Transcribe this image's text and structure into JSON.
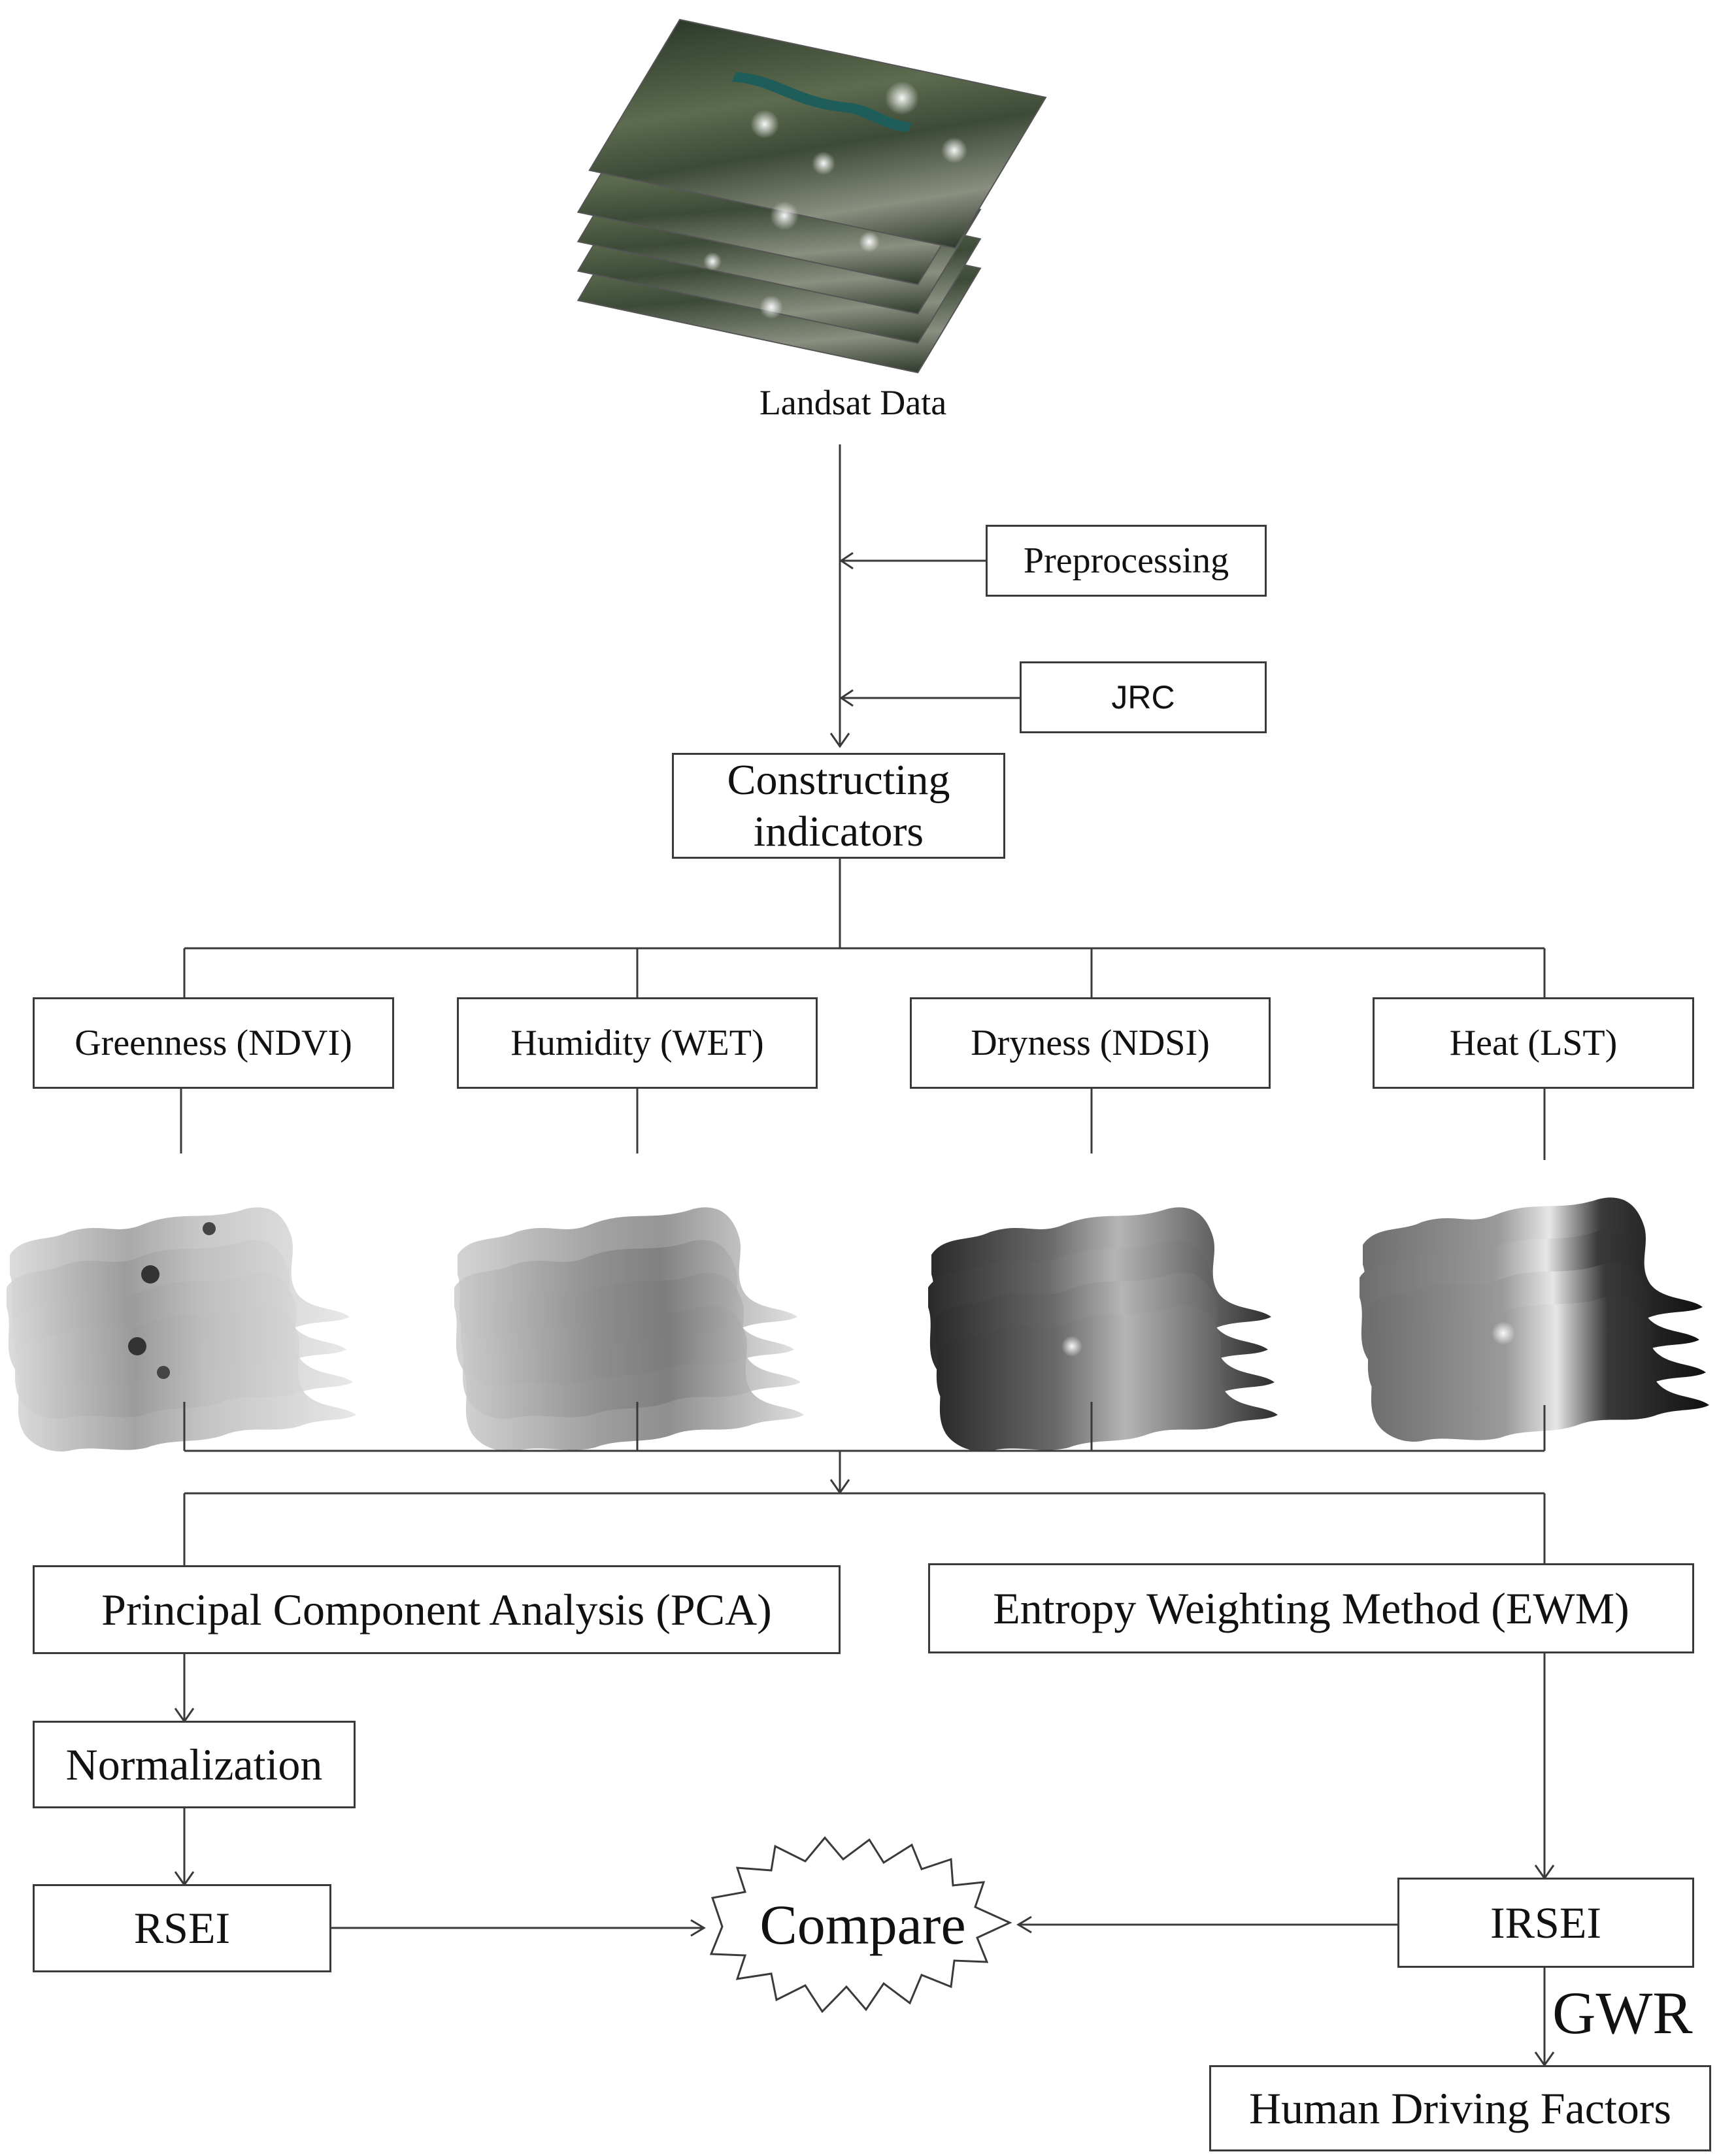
{
  "source": {
    "label": "Landsat Data"
  },
  "inputs": {
    "preprocessing": "Preprocessing",
    "jrc": "JRC"
  },
  "constructing": {
    "line1": "Constructing",
    "line2": "indicators"
  },
  "indicators": [
    {
      "label": "Greenness (NDVI)"
    },
    {
      "label": "Humidity (WET)"
    },
    {
      "label": "Dryness (NDSI)"
    },
    {
      "label": "Heat (LST)"
    }
  ],
  "methods": {
    "pca": "Principal Component Analysis (PCA)",
    "ewm": "Entropy Weighting Method (EWM)"
  },
  "normalization": "Normalization",
  "rsei": "RSEI",
  "irsei": "IRSEI",
  "compare": "Compare",
  "gwr": "GWR",
  "human_factors": "Human Driving Factors",
  "colors": {
    "line": "#3a3a3a",
    "text": "#111111"
  }
}
